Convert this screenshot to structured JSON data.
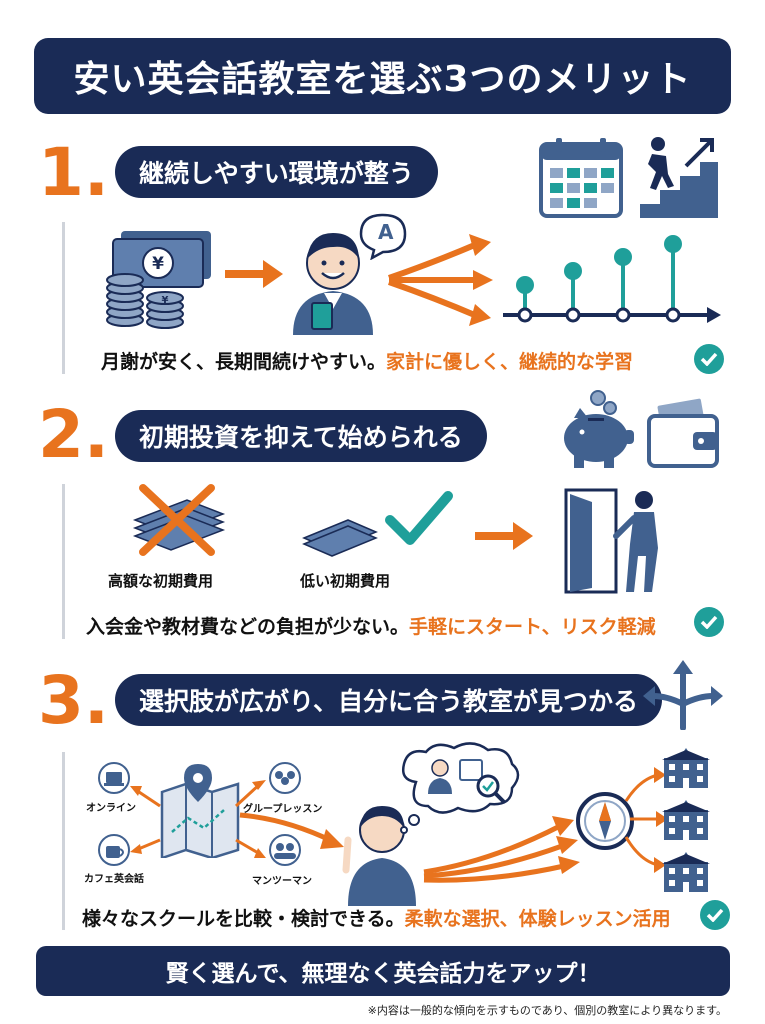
{
  "title": "安い英会話教室を選ぶ3つのメリット",
  "sections": [
    {
      "number": "1.",
      "heading": "継続しやすい環境が整う",
      "desc_plain": "月謝が安く、長期間続けやすい。",
      "desc_highlight": "家計に優しく、継続的な学習",
      "speech_letter": "A"
    },
    {
      "number": "2.",
      "heading": "初期投資を抑えて始められる",
      "label_high": "高額な初期費用",
      "label_low": "低い初期費用",
      "desc_plain": "入会金や教材費などの負担が少ない。",
      "desc_highlight": "手軽にスタート、リスク軽減"
    },
    {
      "number": "3.",
      "heading": "選択肢が広がり、自分に合う教室が見つかる",
      "options": [
        "オンライン",
        "グループレッスン",
        "カフェ英会話",
        "マンツーマン"
      ],
      "desc_plain": "様々なスクールを比較・検討できる。",
      "desc_highlight": "柔軟な選択、体験レッスン活用"
    }
  ],
  "footer": "賢く選んで、無理なく英会話力をアップ！",
  "note": "※内容は一般的な傾向を示すものであり、個別の教室により異なります。",
  "colors": {
    "navy": "#1a2b56",
    "orange": "#e8731e",
    "teal": "#1f9f9a",
    "slate": "#41618f"
  },
  "icons": [
    "calendar-icon",
    "stairs-climber-icon",
    "money-stack-icon",
    "coin-stack-icon",
    "student-icon",
    "speech-bubble-icon",
    "progress-timeline-icon",
    "piggy-bank-icon",
    "wallet-icon",
    "crossed-money-icon",
    "small-money-icon",
    "open-door-icon",
    "branching-arrows-icon",
    "map-pin-icon",
    "person-thinking-icon",
    "compass-icon",
    "school-building-icon",
    "check-icon"
  ]
}
